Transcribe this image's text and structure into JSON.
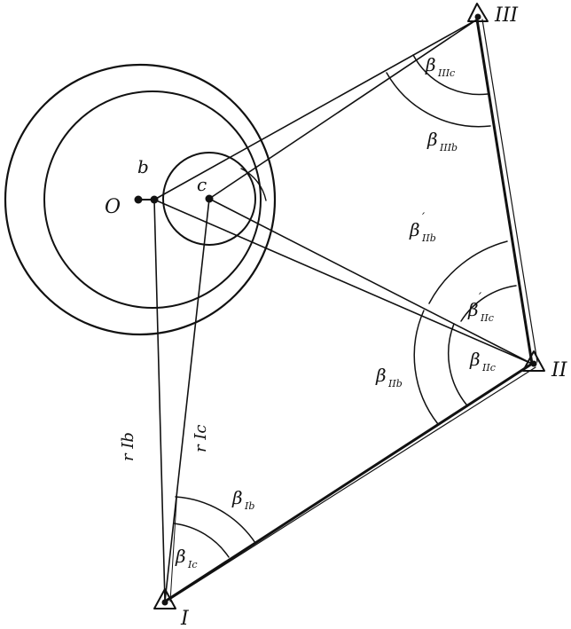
{
  "points": {
    "O": "O",
    "b": "b",
    "c": "c",
    "I": "I",
    "II": "II",
    "III": "III"
  },
  "distances": {
    "r_Ib": "r Ib",
    "r_Ic": "r Ic"
  },
  "angles": {
    "beta": "β",
    "IIIc_sub": "IIIc",
    "IIIb_sub": "IIIb",
    "IIb_prime_sub": "IIb",
    "IIc_prime_sub": "IIc",
    "IIc_sub": "IIc",
    "IIb_sub": "IIb",
    "Ib_sub": "Ib",
    "Ic_sub": "Ic",
    "prime": "′"
  }
}
